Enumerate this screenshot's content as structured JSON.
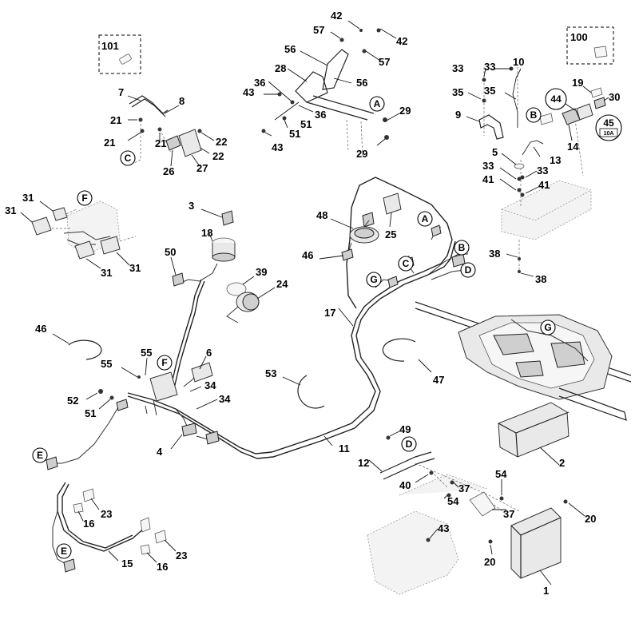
{
  "diagram": {
    "labels": {
      "p1": "1",
      "p2": "2",
      "p3": "3",
      "p4": "4",
      "p5": "5",
      "p6": "6",
      "p7": "7",
      "p8": "8",
      "p9": "9",
      "p10": "10",
      "p11": "11",
      "p12": "12",
      "p13": "13",
      "p14": "14",
      "p15": "15",
      "p16a": "16",
      "p16b": "16",
      "p17": "17",
      "p18": "18",
      "p19": "19",
      "p20a": "20",
      "p20b": "20",
      "p21a": "21",
      "p21b": "21",
      "p21c": "21",
      "p22a": "22",
      "p22b": "22",
      "p23a": "23",
      "p23b": "23",
      "p24": "24",
      "p25": "25",
      "p26": "26",
      "p27": "27",
      "p28": "28",
      "p29a": "29",
      "p29b": "29",
      "p30": "30",
      "p31a": "31",
      "p31b": "31",
      "p31c": "31",
      "p31d": "31",
      "p33a": "33",
      "p33b": "33",
      "p33c": "33",
      "p33d": "33",
      "p34a": "34",
      "p34b": "34",
      "p35a": "35",
      "p35b": "35",
      "p36a": "36",
      "p36b": "36",
      "p37a": "37",
      "p37b": "37",
      "p38a": "38",
      "p38b": "38",
      "p39": "39",
      "p40": "40",
      "p41a": "41",
      "p41b": "41",
      "p42a": "42",
      "p42b": "42",
      "p43a": "43",
      "p43b": "43",
      "p43c": "43",
      "p44": "44",
      "p45": "45",
      "p46a": "46",
      "p46b": "46",
      "p47": "47",
      "p48": "48",
      "p49": "49",
      "p50": "50",
      "p51a": "51",
      "p51b": "51",
      "p51c": "51",
      "p52": "52",
      "p53": "53",
      "p54a": "54",
      "p54b": "54",
      "p55a": "55",
      "p55b": "55",
      "p56a": "56",
      "p56b": "56",
      "p57a": "57",
      "p57b": "57",
      "p100": "100",
      "p101": "101"
    },
    "callouts": {
      "A1": "A",
      "A2": "A",
      "B1": "B",
      "B2": "B",
      "C1": "C",
      "C2": "C",
      "D1": "D",
      "D2": "D",
      "E1": "E",
      "E2": "E",
      "F1": "F",
      "F2": "F",
      "G1": "G",
      "G2": "G"
    },
    "fuse_label": "10A"
  }
}
